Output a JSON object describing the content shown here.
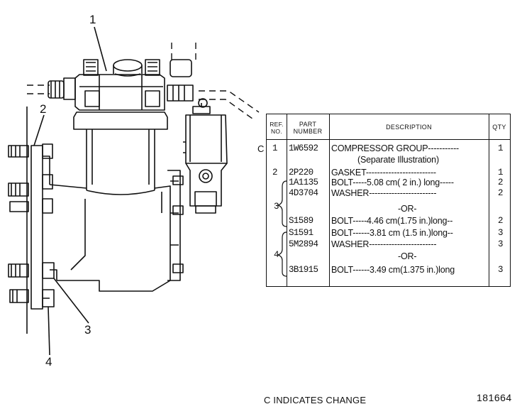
{
  "callouts": {
    "c1": "1",
    "c2": "2",
    "c3": "3",
    "c4": "4"
  },
  "table": {
    "headers": {
      "ref": [
        "REF.",
        "NO."
      ],
      "part": [
        "PART",
        "NUMBER"
      ],
      "description": "DESCRIPTION",
      "qty": "QTY"
    },
    "change_marker": "C",
    "rows": [
      {
        "ref": "1",
        "part": "1W6592",
        "desc": "COMPRESSOR GROUP-----------",
        "qty": "1"
      },
      {
        "ref": "",
        "part": "",
        "desc": "(Separate Illustration)",
        "qty": ""
      },
      {
        "ref": "2",
        "part": "2P220",
        "desc": "GASKET-------------------------",
        "qty": "1"
      },
      {
        "ref": "",
        "part": "1A1135",
        "desc": "BOLT-----5.08 cm( 2 in.) long-----",
        "qty": "2"
      },
      {
        "ref": "",
        "part": "4D3704",
        "desc": "WASHER------------------------",
        "qty": "2"
      },
      {
        "ref": "",
        "part": "",
        "desc": "-OR-",
        "qty": ""
      },
      {
        "ref": "",
        "part": "S1589",
        "desc": "BOLT-----4.46 cm(1.75 in.)long--",
        "qty": "2"
      },
      {
        "ref": "",
        "part": "S1591",
        "desc": "BOLT------3.81 cm (1.5 in.)long--",
        "qty": "3"
      },
      {
        "ref": "",
        "part": "5M2894",
        "desc": "WASHER------------------------",
        "qty": "3"
      },
      {
        "ref": "",
        "part": "",
        "desc": "-OR-",
        "qty": ""
      },
      {
        "ref": "",
        "part": "3B1915",
        "desc": "BOLT------3.49 cm(1.375 in.)long",
        "qty": "3"
      }
    ],
    "group_refs": {
      "g3": "3",
      "g4": "4"
    }
  },
  "footer": {
    "change_note": "C  INDICATES CHANGE",
    "illustration_number": "181664"
  }
}
